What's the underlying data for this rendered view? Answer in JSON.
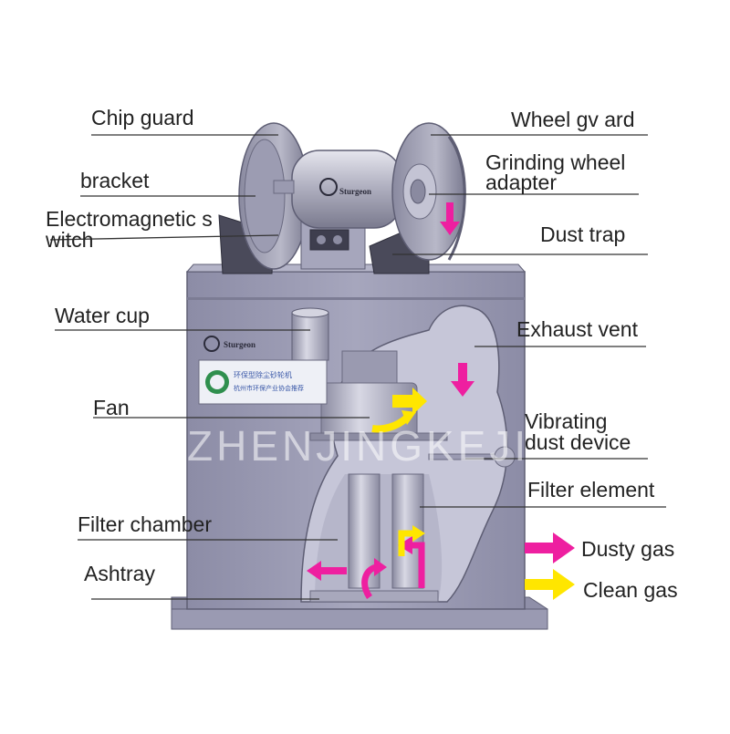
{
  "labels": {
    "chip_guard": "Chip guard",
    "bracket": "bracket",
    "electromagnetic_switch_line1": "Electromagnetic s",
    "electromagnetic_switch_line2": "witch",
    "water_cup": "Water cup",
    "fan": "Fan",
    "filter_chamber": "Filter chamber",
    "ashtray": "Ashtray",
    "wheel_guard": "Wheel gv ard",
    "grinding_wheel_adapter_line1": "Grinding wheel",
    "grinding_wheel_adapter_line2": "adapter",
    "dust_trap": "Dust trap",
    "exhaust_vent": "Exhaust vent",
    "vibrating_dust_device_line1": "Vibrating",
    "vibrating_dust_device_line2": "dust device",
    "filter_element": "Filter element"
  },
  "legend": [
    {
      "label": "Dusty gas",
      "color": "#ee1fa0"
    },
    {
      "label": "Clean gas",
      "color": "#ffe600"
    }
  ],
  "machine": {
    "brand_on_motor": "Sturgeon",
    "brand_on_cabinet": "Sturgeon",
    "plate_line1": "环保型除尘砂轮机",
    "plate_line2": "杭州市环保产业协会推荐"
  },
  "watermark": "ZHENJINGKEJI",
  "colors": {
    "cabinet": "#9c9cb4",
    "cabinet_dark": "#7e7e98",
    "interior": "#c4c4d6",
    "metal": "#b9b9c9",
    "leader": "#333333"
  }
}
